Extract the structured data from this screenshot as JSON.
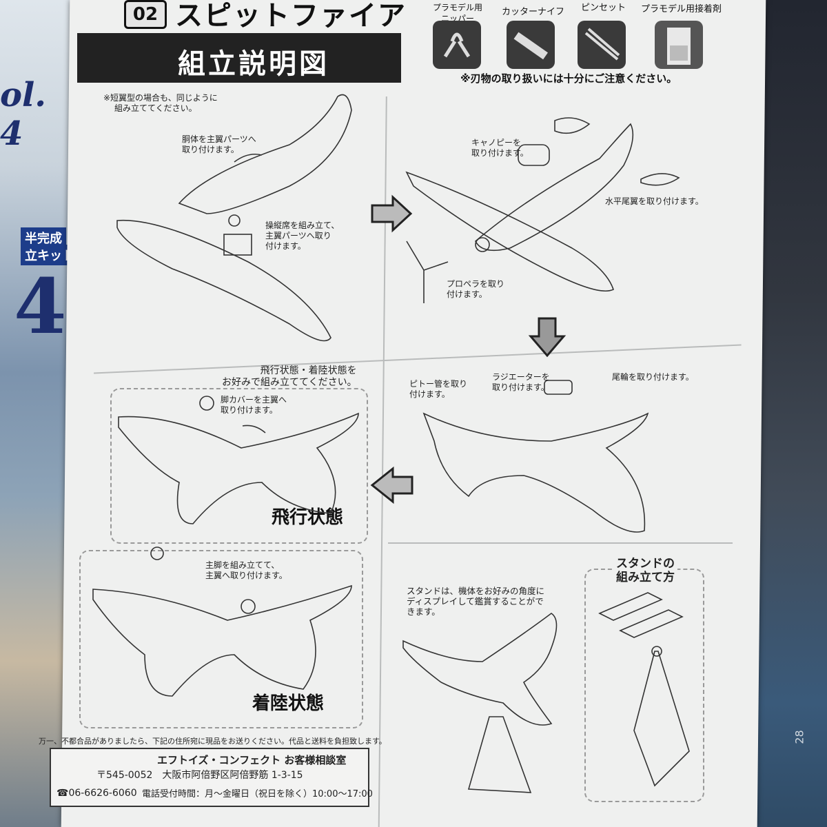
{
  "header": {
    "number": "02",
    "name": "スピットファイア",
    "subtitle": "組立説明図"
  },
  "tools": [
    {
      "label": "プラモデル用\nニッパー",
      "icon": "nipper-icon"
    },
    {
      "label": "カッターナイフ",
      "icon": "cutter-knife-icon"
    },
    {
      "label": "ピンセット",
      "icon": "tweezers-icon"
    },
    {
      "label": "プラモデル用接着剤",
      "icon": "glue-bottle-icon"
    }
  ],
  "tool_labels": [
    "プラモデル用",
    "ニッパー",
    "カッターナイフ",
    "ピンセット",
    "プラモデル用接着剤"
  ],
  "caution": "※刃物の取り扱いには十分にご注意ください。",
  "steps": {
    "note_short_wing": "※短翼型の場合も、同じように\n組み立ててください。",
    "fuselage": "胴体を主翼パーツへ\n取り付けます。",
    "cockpit": "操縦席を組み立て、\n主翼パーツへ取り\n付けます。",
    "canopy": "キャノピーを\n取り付けます。",
    "tailplane": "水平尾翼を取り付けます。",
    "propeller": "プロペラを取り\n付けます。",
    "pitot": "ピトー管を取り\n付けます。",
    "radiator": "ラジエーターを\n取り付けます。",
    "tailwheel": "尾輪を取り付けます。",
    "mode_choice": "飛行状態・着陸状態を\nお好みで組み立ててください。",
    "gear_cover": "脚カバーを主翼へ\n取り付けます。",
    "flight_state": "飛行状態",
    "main_gear": "主脚を組み立てて、\n主翼へ取り付けます。",
    "landing_state": "着陸状態",
    "stand_desc": "スタンドは、機体をお好みの角度に\nディスプレイして鑑賞することがで\nきます。",
    "stand_howto": "スタンドの\n組み立て方"
  },
  "footer": {
    "notice": "万一、不都合品がありましたら、下記の住所宛に現品をお送りください。代品と送料を負担致します。",
    "company": "エフトイズ・コンフェクト お客様相談室",
    "address": "〒545-0052　大阪市阿倍野区阿倍野筋 1-3-15",
    "phone": "☎06-6626-6060",
    "hours": "電話受付時間：月～金曜日（祝日を除く）10:00～17:00"
  },
  "background": {
    "left_box_fragments": [
      "ol. 4",
      "半完成",
      "立キット",
      "4"
    ],
    "ruler_number": "28"
  }
}
